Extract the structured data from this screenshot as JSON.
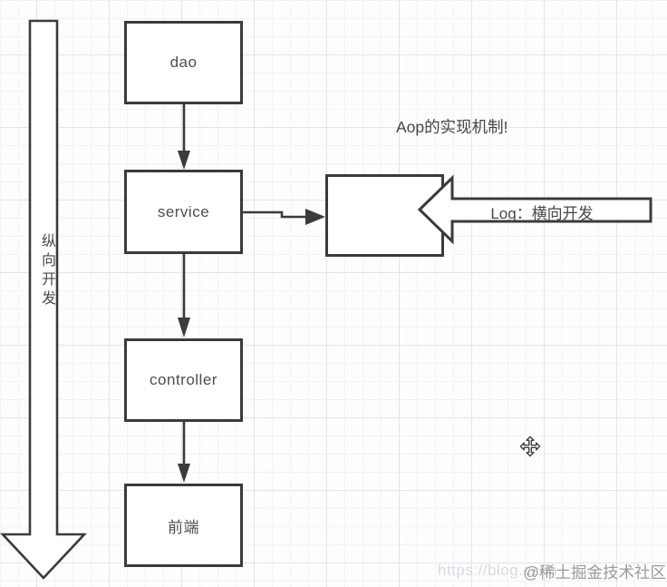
{
  "note": {
    "text": "Aop的实现机制!"
  },
  "nodes": {
    "dao": {
      "label": "dao"
    },
    "service": {
      "label": "service"
    },
    "controller": {
      "label": "controller"
    },
    "frontend": {
      "label": "前端"
    },
    "aspect": {
      "label": ""
    }
  },
  "arrows": {
    "vertical_label": "纵向开发",
    "log_label": "Log：横向开发"
  },
  "watermark": {
    "url": "https://blog.csdn",
    "community": "@稀土掘金技术社区"
  },
  "colors": {
    "stroke": "#3b3b3b",
    "node_text": "#4d4d4d",
    "grid_minor": "#f3f3f5",
    "grid_major": "#e4e4e9",
    "watermark_dark": "#9b9b9b",
    "watermark_light": "#d7dade"
  },
  "icons": {
    "move_cursor": "move-cursor-icon"
  }
}
